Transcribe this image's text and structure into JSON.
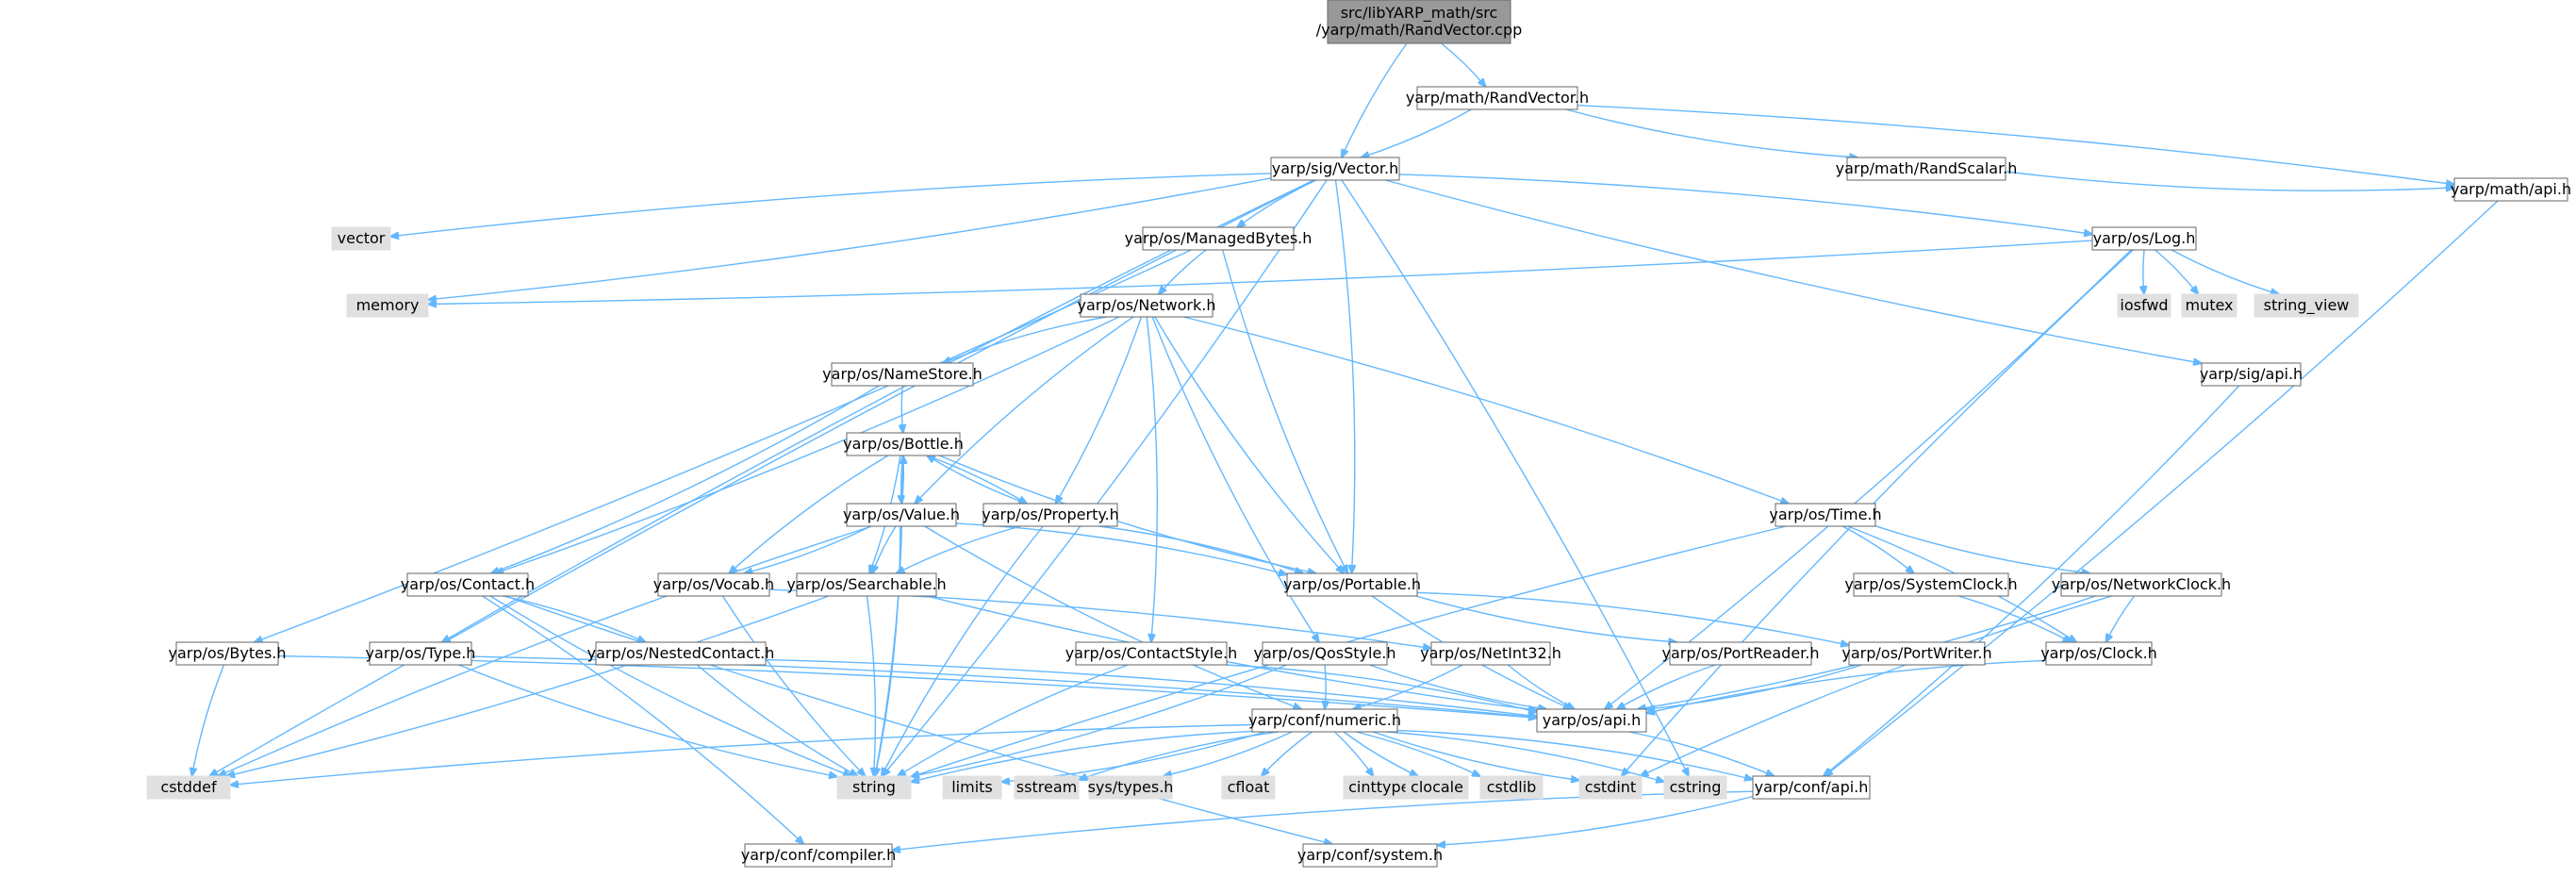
{
  "colors": {
    "root_fill": "#999999",
    "root_stroke": "#666666",
    "header_fill": "#ffffff",
    "header_stroke": "#666666",
    "system_fill": "#e0e0e0",
    "system_stroke": "#e0e0e0",
    "edge": "#63b8ff",
    "text": "#000000"
  },
  "nodes": [
    {
      "id": "root",
      "kind": "root",
      "lines": [
        "src/libYARP_math/src",
        "/yarp/math/RandVector.cpp"
      ]
    },
    {
      "id": "randvector_h",
      "kind": "header",
      "lines": [
        "yarp/math/RandVector.h"
      ]
    },
    {
      "id": "sig_vector",
      "kind": "header",
      "lines": [
        "yarp/sig/Vector.h"
      ]
    },
    {
      "id": "randscalar",
      "kind": "header",
      "lines": [
        "yarp/math/RandScalar.h"
      ]
    },
    {
      "id": "math_api",
      "kind": "header",
      "lines": [
        "yarp/math/api.h"
      ]
    },
    {
      "id": "vector",
      "kind": "system",
      "lines": [
        "vector"
      ]
    },
    {
      "id": "managedbytes",
      "kind": "header",
      "lines": [
        "yarp/os/ManagedBytes.h"
      ]
    },
    {
      "id": "log",
      "kind": "header",
      "lines": [
        "yarp/os/Log.h"
      ]
    },
    {
      "id": "memory",
      "kind": "system",
      "lines": [
        "memory"
      ]
    },
    {
      "id": "iosfwd",
      "kind": "system",
      "lines": [
        "iosfwd"
      ]
    },
    {
      "id": "mutex",
      "kind": "system",
      "lines": [
        "mutex"
      ]
    },
    {
      "id": "string_view",
      "kind": "system",
      "lines": [
        "string_view"
      ]
    },
    {
      "id": "network",
      "kind": "header",
      "lines": [
        "yarp/os/Network.h"
      ]
    },
    {
      "id": "sig_api",
      "kind": "header",
      "lines": [
        "yarp/sig/api.h"
      ]
    },
    {
      "id": "namestore",
      "kind": "header",
      "lines": [
        "yarp/os/NameStore.h"
      ]
    },
    {
      "id": "bottle",
      "kind": "header",
      "lines": [
        "yarp/os/Bottle.h"
      ]
    },
    {
      "id": "value",
      "kind": "header",
      "lines": [
        "yarp/os/Value.h"
      ]
    },
    {
      "id": "property",
      "kind": "header",
      "lines": [
        "yarp/os/Property.h"
      ]
    },
    {
      "id": "time",
      "kind": "header",
      "lines": [
        "yarp/os/Time.h"
      ]
    },
    {
      "id": "contact",
      "kind": "header",
      "lines": [
        "yarp/os/Contact.h"
      ]
    },
    {
      "id": "vocab",
      "kind": "header",
      "lines": [
        "yarp/os/Vocab.h"
      ]
    },
    {
      "id": "searchable",
      "kind": "header",
      "lines": [
        "yarp/os/Searchable.h"
      ]
    },
    {
      "id": "portable",
      "kind": "header",
      "lines": [
        "yarp/os/Portable.h"
      ]
    },
    {
      "id": "systemclock",
      "kind": "header",
      "lines": [
        "yarp/os/SystemClock.h"
      ]
    },
    {
      "id": "networkclock",
      "kind": "header",
      "lines": [
        "yarp/os/NetworkClock.h"
      ]
    },
    {
      "id": "bytes",
      "kind": "header",
      "lines": [
        "yarp/os/Bytes.h"
      ]
    },
    {
      "id": "type",
      "kind": "header",
      "lines": [
        "yarp/os/Type.h"
      ]
    },
    {
      "id": "nestedcontact",
      "kind": "header",
      "lines": [
        "yarp/os/NestedContact.h"
      ]
    },
    {
      "id": "contactstyle",
      "kind": "header",
      "lines": [
        "yarp/os/ContactStyle.h"
      ]
    },
    {
      "id": "qosstyle",
      "kind": "header",
      "lines": [
        "yarp/os/QosStyle.h"
      ]
    },
    {
      "id": "netint32",
      "kind": "header",
      "lines": [
        "yarp/os/NetInt32.h"
      ]
    },
    {
      "id": "portreader",
      "kind": "header",
      "lines": [
        "yarp/os/PortReader.h"
      ]
    },
    {
      "id": "portwriter",
      "kind": "header",
      "lines": [
        "yarp/os/PortWriter.h"
      ]
    },
    {
      "id": "clock",
      "kind": "header",
      "lines": [
        "yarp/os/Clock.h"
      ]
    },
    {
      "id": "os_api",
      "kind": "header",
      "lines": [
        "yarp/os/api.h"
      ]
    },
    {
      "id": "numeric",
      "kind": "header",
      "lines": [
        "yarp/conf/numeric.h"
      ]
    },
    {
      "id": "cstddef",
      "kind": "system",
      "lines": [
        "cstddef"
      ]
    },
    {
      "id": "string",
      "kind": "system",
      "lines": [
        "string"
      ]
    },
    {
      "id": "limits",
      "kind": "system",
      "lines": [
        "limits"
      ]
    },
    {
      "id": "sstream",
      "kind": "system",
      "lines": [
        "sstream"
      ]
    },
    {
      "id": "systypes",
      "kind": "system",
      "lines": [
        "sys/types.h"
      ]
    },
    {
      "id": "cfloat",
      "kind": "system",
      "lines": [
        "cfloat"
      ]
    },
    {
      "id": "cinttypes",
      "kind": "system",
      "lines": [
        "cinttypes"
      ]
    },
    {
      "id": "clocale",
      "kind": "system",
      "lines": [
        "clocale"
      ]
    },
    {
      "id": "cstdlib",
      "kind": "system",
      "lines": [
        "cstdlib"
      ]
    },
    {
      "id": "cstdint",
      "kind": "system",
      "lines": [
        "cstdint"
      ]
    },
    {
      "id": "cstring",
      "kind": "system",
      "lines": [
        "cstring"
      ]
    },
    {
      "id": "conf_api",
      "kind": "header",
      "lines": [
        "yarp/conf/api.h"
      ]
    },
    {
      "id": "compiler",
      "kind": "header",
      "lines": [
        "yarp/conf/compiler.h"
      ]
    },
    {
      "id": "system",
      "kind": "header",
      "lines": [
        "yarp/conf/system.h"
      ]
    }
  ],
  "edges": [
    [
      "root",
      "randvector_h"
    ],
    [
      "root",
      "sig_vector"
    ],
    [
      "randvector_h",
      "sig_vector"
    ],
    [
      "randvector_h",
      "randscalar"
    ],
    [
      "randvector_h",
      "math_api"
    ],
    [
      "randscalar",
      "math_api"
    ],
    [
      "math_api",
      "conf_api"
    ],
    [
      "sig_vector",
      "vector"
    ],
    [
      "sig_vector",
      "memory"
    ],
    [
      "sig_vector",
      "managedbytes"
    ],
    [
      "sig_vector",
      "log"
    ],
    [
      "sig_vector",
      "type"
    ],
    [
      "sig_vector",
      "portable"
    ],
    [
      "sig_vector",
      "sig_api"
    ],
    [
      "sig_vector",
      "string"
    ],
    [
      "sig_vector",
      "cstddef"
    ],
    [
      "sig_vector",
      "cstring"
    ],
    [
      "managedbytes",
      "network"
    ],
    [
      "managedbytes",
      "bytes"
    ],
    [
      "managedbytes",
      "portable"
    ],
    [
      "log",
      "memory"
    ],
    [
      "log",
      "iosfwd"
    ],
    [
      "log",
      "mutex"
    ],
    [
      "log",
      "string_view"
    ],
    [
      "log",
      "os_api"
    ],
    [
      "log",
      "cstdint"
    ],
    [
      "sig_api",
      "conf_api"
    ],
    [
      "network",
      "namestore"
    ],
    [
      "network",
      "contact"
    ],
    [
      "network",
      "value"
    ],
    [
      "network",
      "property"
    ],
    [
      "network",
      "portable"
    ],
    [
      "network",
      "contactstyle"
    ],
    [
      "network",
      "qosstyle"
    ],
    [
      "network",
      "time"
    ],
    [
      "namestore",
      "bottle"
    ],
    [
      "namestore",
      "contact"
    ],
    [
      "bottle",
      "value"
    ],
    [
      "bottle",
      "property"
    ],
    [
      "bottle",
      "portable"
    ],
    [
      "bottle",
      "searchable"
    ],
    [
      "bottle",
      "vocab"
    ],
    [
      "bottle",
      "string"
    ],
    [
      "value",
      "bottle"
    ],
    [
      "value",
      "vocab"
    ],
    [
      "value",
      "searchable"
    ],
    [
      "value",
      "portable"
    ],
    [
      "value",
      "numeric"
    ],
    [
      "value",
      "string"
    ],
    [
      "value",
      "cstddef"
    ],
    [
      "property",
      "bottle"
    ],
    [
      "property",
      "searchable"
    ],
    [
      "property",
      "portable"
    ],
    [
      "property",
      "string"
    ],
    [
      "time",
      "systemclock"
    ],
    [
      "time",
      "networkclock"
    ],
    [
      "time",
      "clock"
    ],
    [
      "time",
      "string"
    ],
    [
      "contact",
      "nestedcontact"
    ],
    [
      "contact",
      "string"
    ],
    [
      "contact",
      "compiler"
    ],
    [
      "contact",
      "system"
    ],
    [
      "vocab",
      "netint32"
    ],
    [
      "vocab",
      "string"
    ],
    [
      "searchable",
      "string"
    ],
    [
      "searchable",
      "os_api"
    ],
    [
      "searchable",
      "cstddef"
    ],
    [
      "portable",
      "portreader"
    ],
    [
      "portable",
      "portwriter"
    ],
    [
      "portable",
      "os_api"
    ],
    [
      "systemclock",
      "clock"
    ],
    [
      "networkclock",
      "clock"
    ],
    [
      "networkclock",
      "os_api"
    ],
    [
      "networkclock",
      "cstdint"
    ],
    [
      "bytes",
      "os_api"
    ],
    [
      "bytes",
      "cstddef"
    ],
    [
      "type",
      "os_api"
    ],
    [
      "type",
      "string"
    ],
    [
      "nestedcontact",
      "os_api"
    ],
    [
      "nestedcontact",
      "string"
    ],
    [
      "contactstyle",
      "os_api"
    ],
    [
      "contactstyle",
      "string"
    ],
    [
      "qosstyle",
      "numeric"
    ],
    [
      "qosstyle",
      "os_api"
    ],
    [
      "qosstyle",
      "string"
    ],
    [
      "netint32",
      "os_api"
    ],
    [
      "netint32",
      "numeric"
    ],
    [
      "portreader",
      "os_api"
    ],
    [
      "portwriter",
      "os_api"
    ],
    [
      "clock",
      "os_api"
    ],
    [
      "os_api",
      "conf_api"
    ],
    [
      "numeric",
      "string"
    ],
    [
      "numeric",
      "limits"
    ],
    [
      "numeric",
      "sstream"
    ],
    [
      "numeric",
      "systypes"
    ],
    [
      "numeric",
      "cfloat"
    ],
    [
      "numeric",
      "cinttypes"
    ],
    [
      "numeric",
      "clocale"
    ],
    [
      "numeric",
      "cstdlib"
    ],
    [
      "numeric",
      "cstdint"
    ],
    [
      "numeric",
      "cstring"
    ],
    [
      "numeric",
      "cstddef"
    ],
    [
      "numeric",
      "conf_api"
    ],
    [
      "conf_api",
      "compiler"
    ],
    [
      "conf_api",
      "system"
    ]
  ]
}
